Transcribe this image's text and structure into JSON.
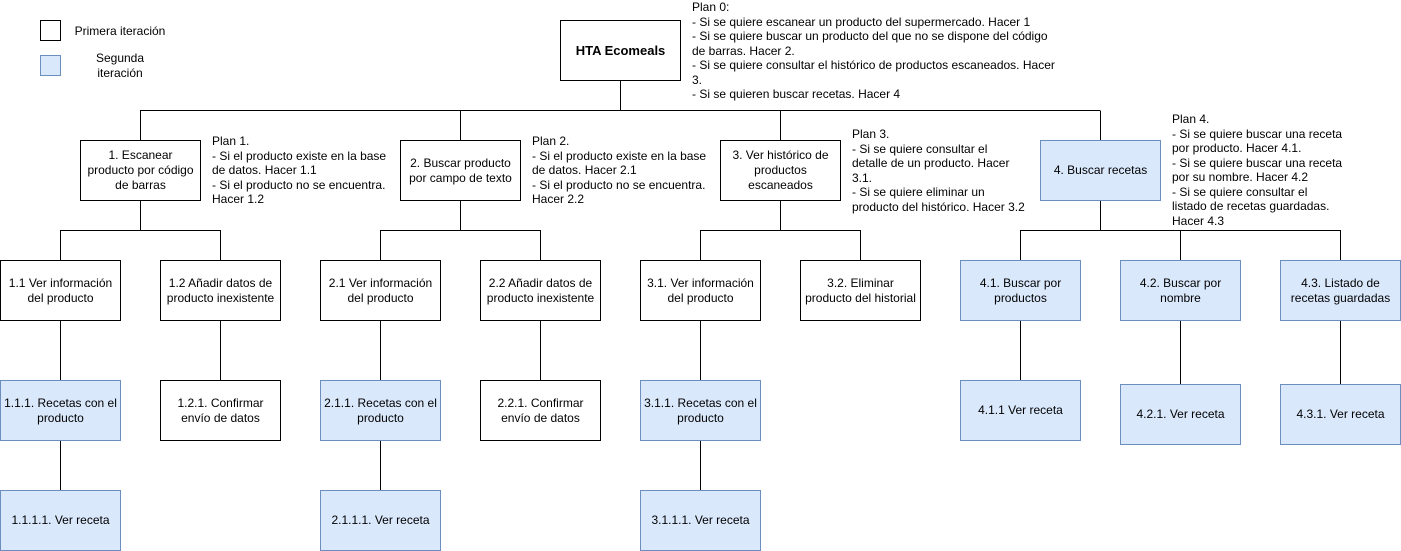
{
  "legend": {
    "first_label": "Primera iteración",
    "second_label": "Segunda iteración",
    "first_color": "#ffffff",
    "second_color": "#dae8fc"
  },
  "nodes": {
    "root": "HTA Ecomeals",
    "n1": "1. Escanear producto por código de barras",
    "n2": "2. Buscar producto por campo de texto",
    "n3": "3. Ver histórico de productos escaneados",
    "n4": "4. Buscar recetas",
    "n1_1": "1.1 Ver información del producto",
    "n1_2": "1.2 Añadir datos de producto inexistente",
    "n2_1": "2.1 Ver información del producto",
    "n2_2": "2.2 Añadir datos de producto inexistente",
    "n3_1": "3.1. Ver información del producto",
    "n3_2": "3.2. Eliminar producto del historial",
    "n4_1": "4.1. Buscar por productos",
    "n4_2": "4.2. Buscar por nombre",
    "n4_3": "4.3. Listado de recetas guardadas",
    "n1_1_1": "1.1.1. Recetas con el producto",
    "n1_2_1": "1.2.1. Confirmar envío de datos",
    "n2_1_1": "2.1.1. Recetas con el producto",
    "n2_2_1": "2.2.1. Confirmar envío de datos",
    "n3_1_1": "3.1.1. Recetas con el producto",
    "n4_1_1": "4.1.1 Ver receta",
    "n4_2_1": "4.2.1. Ver receta",
    "n4_3_1": "4.3.1. Ver receta",
    "n1_1_1_1": "1.1.1.1. Ver receta",
    "n2_1_1_1": "2.1.1.1. Ver receta",
    "n3_1_1_1": "3.1.1.1. Ver receta"
  },
  "plans": {
    "plan0": "Plan 0:\n- Si se quiere escanear un producto del supermercado. Hacer 1\n- Si se quiere buscar un producto del que no se dispone del código\nde barras. Hacer 2.\n- Si se quiere consultar el histórico de productos escaneados. Hacer\n3.\n- Si se quieren buscar recetas. Hacer 4",
    "plan1": "Plan 1.\n- Si el producto existe en la base\nde datos. Hacer 1.1\n- Si el producto no se encuentra.\nHacer 1.2",
    "plan2": "Plan 2.\n- Si el producto existe en la base\nde datos. Hacer 2.1\n- Si el producto no se encuentra.\nHacer 2.2",
    "plan3": "Plan 3.\n- Si se quiere consultar el\ndetalle de un producto. Hacer\n3.1.\n- Si se quiere eliminar un\nproducto del histórico. Hacer 3.2",
    "plan4": "Plan 4.\n- Si se quiere buscar una receta\npor producto. Hacer 4.1.\n- Si se quiere buscar una receta\npor su nombre. Hacer 4.2\n- Si se quiere consultar el\nlistado de recetas guardadas.\nHacer 4.3"
  }
}
